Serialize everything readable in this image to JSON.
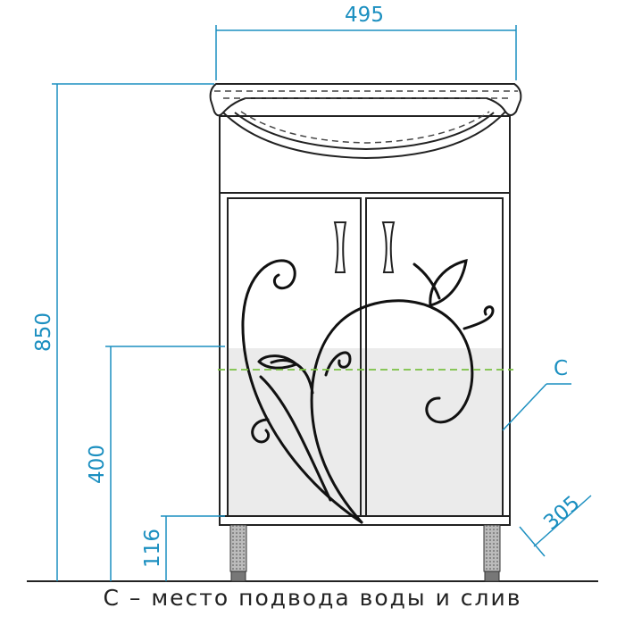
{
  "dimensions": {
    "width": "495",
    "height": "850",
    "water_supply_height": "400",
    "plinth_height": "116",
    "depth": "305"
  },
  "labels": {
    "marker": "С"
  },
  "caption": "С – место подвода воды и слив",
  "colors": {
    "dimension": "#1b8fc0",
    "outline": "#222222",
    "zone_fill": "#ebebeb",
    "zone_line": "#7ac143"
  }
}
